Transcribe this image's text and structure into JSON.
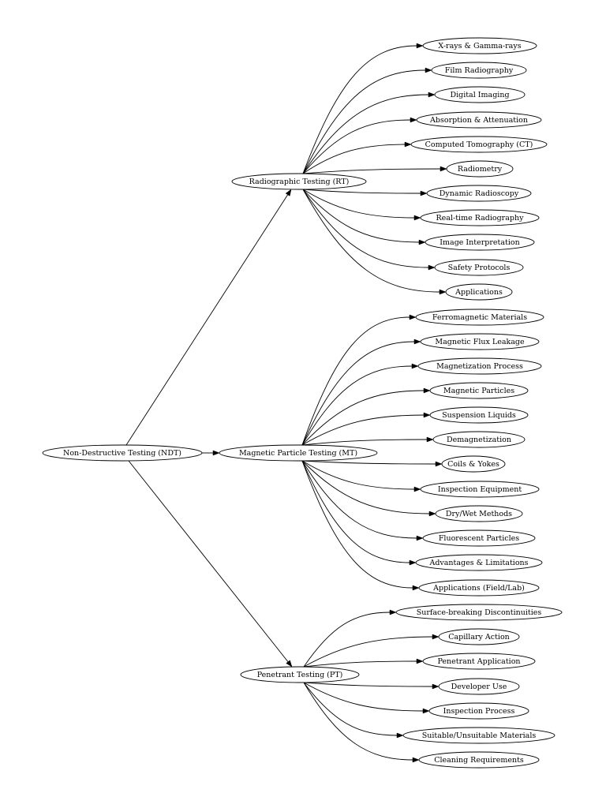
{
  "diagram": {
    "root": {
      "label": "Non-Destructive Testing (NDT)",
      "children": [
        {
          "label": "Radiographic Testing (RT)",
          "children": [
            "X-rays & Gamma-rays",
            "Film Radiography",
            "Digital Imaging",
            "Absorption & Attenuation",
            "Computed Tomography (CT)",
            "Radiometry",
            "Dynamic Radioscopy",
            "Real-time Radiography",
            "Image Interpretation",
            "Safety Protocols",
            "Applications"
          ]
        },
        {
          "label": "Magnetic Particle Testing (MT)",
          "children": [
            "Ferromagnetic Materials",
            "Magnetic Flux Leakage",
            "Magnetization Process",
            "Magnetic Particles",
            "Suspension Liquids",
            "Demagnetization",
            "Coils & Yokes",
            "Inspection Equipment",
            "Dry/Wet Methods",
            "Fluorescent Particles",
            "Advantages & Limitations",
            "Applications (Field/Lab)"
          ]
        },
        {
          "label": "Penetrant Testing (PT)",
          "children": [
            "Surface-breaking Discontinuities",
            "Capillary Action",
            "Penetrant Application",
            "Developer Use",
            "Inspection Process",
            "Suitable/Unsuitable Materials",
            "Cleaning Requirements"
          ]
        }
      ]
    }
  }
}
